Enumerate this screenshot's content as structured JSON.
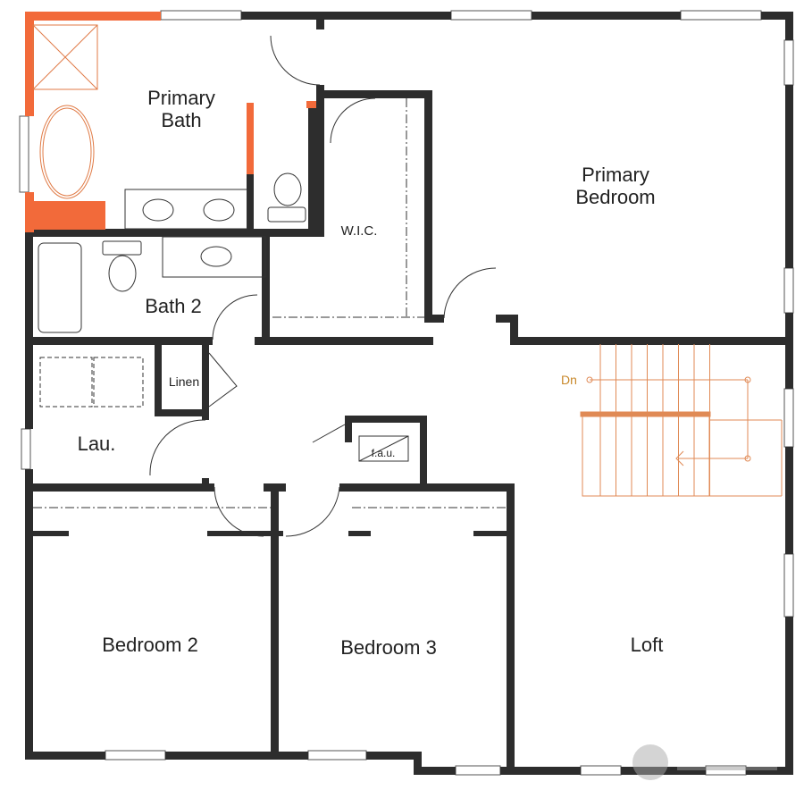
{
  "colors": {
    "wall": "#2d2d2d",
    "highlight": "#f26a3a",
    "fixture_accent": "#e07a45",
    "stair": "#e08a55"
  },
  "rooms": {
    "primary_bath": [
      "Primary",
      "Bath"
    ],
    "primary_bedroom": [
      "Primary",
      "Bedroom"
    ],
    "wic": "W.I.C.",
    "bath2": "Bath 2",
    "linen": "Linen",
    "laundry": "Lau.",
    "fau": "f.a.u.",
    "stairs_dn": "Dn",
    "bedroom2": "Bedroom 2",
    "bedroom3": "Bedroom 3",
    "loft": "Loft"
  }
}
